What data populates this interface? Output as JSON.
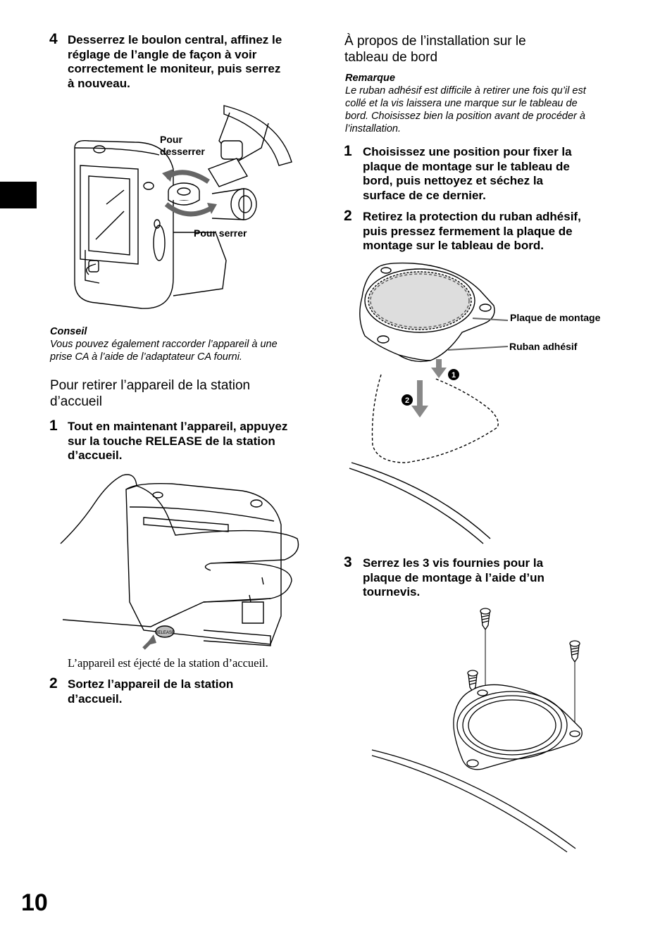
{
  "page": {
    "number": "10"
  },
  "left": {
    "step4": {
      "num": "4",
      "lines": [
        "Desserrez le boulon central, affinez le",
        "réglage de l’angle de façon à voir",
        "correctement le moniteur, puis serrez",
        "à nouveau."
      ]
    },
    "fig1": {
      "label_loosen": [
        "Pour",
        "desserrer"
      ],
      "label_tighten": "Pour serrer"
    },
    "tip": {
      "title": "Conseil",
      "lines": [
        "Vous pouvez également raccorder l’appareil à une",
        "prise CA à l’aide de l’adaptateur CA fourni."
      ]
    },
    "section": {
      "title_lines": [
        "Pour retirer l’appareil de la station",
        "d’accueil"
      ],
      "step1": {
        "num": "1",
        "lines": [
          "Tout en maintenant l’appareil, appuyez",
          "sur la touche RELEASE de la station",
          "d’accueil."
        ]
      },
      "fig2": {
        "button_text": "RELEASE",
        "caption": "L’appareil est éjecté de la station d’accueil."
      },
      "step2": {
        "num": "2",
        "lines": [
          "Sortez l’appareil de la station",
          "d’accueil."
        ]
      }
    }
  },
  "right": {
    "section": {
      "title_lines": [
        "À propos de l’installation sur le",
        "tableau de bord"
      ]
    },
    "remark": {
      "title": "Remarque",
      "lines": [
        "Le ruban adhésif est difficile à retirer une fois qu’il est",
        "collé et la vis laissera une marque sur le tableau de",
        "bord. Choisissez bien la position avant de procéder à",
        "l’installation."
      ]
    },
    "step1": {
      "num": "1",
      "lines": [
        "Choisissez une position pour fixer la",
        "plaque de montage sur le tableau de",
        "bord, puis nettoyez et séchez la",
        "surface de ce dernier."
      ]
    },
    "step2": {
      "num": "2",
      "lines": [
        "Retirez la protection du ruban adhésif,",
        "puis pressez fermement la plaque de",
        "montage sur le tableau de bord."
      ]
    },
    "fig3": {
      "label_plate": "Plaque de montage",
      "label_tape": "Ruban adhésif",
      "marker1": "1",
      "marker2": "2"
    },
    "step3": {
      "num": "3",
      "lines": [
        "Serrez les 3 vis fournies pour la",
        "plaque de montage à l’aide d’un",
        "tournevis."
      ]
    }
  }
}
